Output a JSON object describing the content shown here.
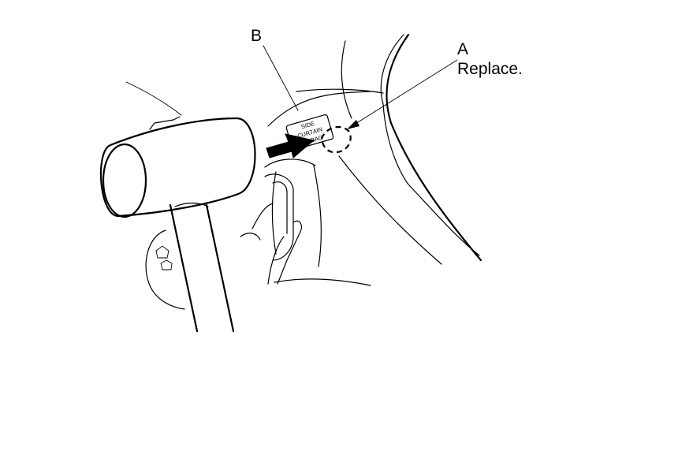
{
  "callouts": {
    "b": {
      "letter": "B"
    },
    "a": {
      "letter": "A",
      "note": "Replace."
    }
  },
  "label_text": {
    "line1": "SIDE",
    "line2": "CURTAIN",
    "line3": "AIRBAG"
  },
  "colors": {
    "ink": "#000000",
    "paper": "#ffffff"
  }
}
